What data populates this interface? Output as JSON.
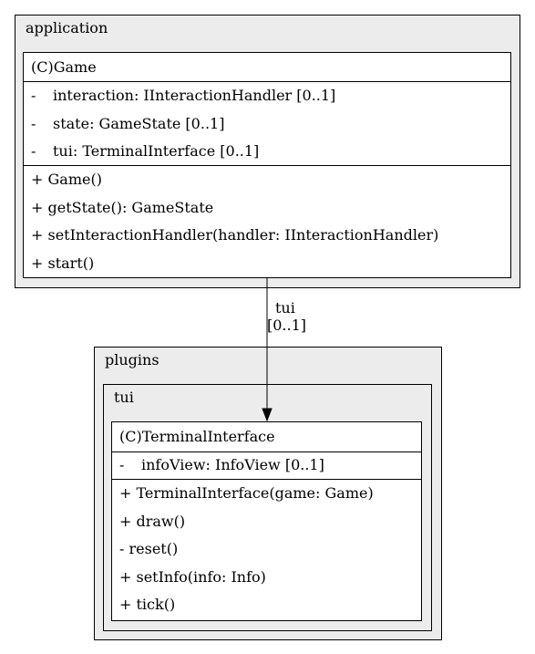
{
  "packages": {
    "application": {
      "label": "application"
    },
    "plugins": {
      "label": "plugins"
    },
    "tui": {
      "label": "tui"
    }
  },
  "classes": {
    "game": {
      "title": "(C)Game",
      "fields": [
        {
          "vis": "-",
          "text": "interaction: IInteractionHandler [0..1]"
        },
        {
          "vis": "-",
          "text": "state: GameState [0..1]"
        },
        {
          "vis": "-",
          "text": "tui: TerminalInterface [0..1]"
        }
      ],
      "methods": [
        "+ Game()",
        "+ getState(): GameState",
        "+ setInteractionHandler(handler: IInteractionHandler)",
        "+ start()"
      ]
    },
    "terminal": {
      "title": "(C)TerminalInterface",
      "fields": [
        {
          "vis": "-",
          "text": "infoView: InfoView [0..1]"
        }
      ],
      "methods": [
        "+ TerminalInterface(game: Game)",
        "+ draw()",
        "- reset()",
        "+ setInfo(info: Info)",
        "+ tick()"
      ]
    }
  },
  "edge": {
    "role": "tui",
    "multiplicity": "[0..1]"
  }
}
